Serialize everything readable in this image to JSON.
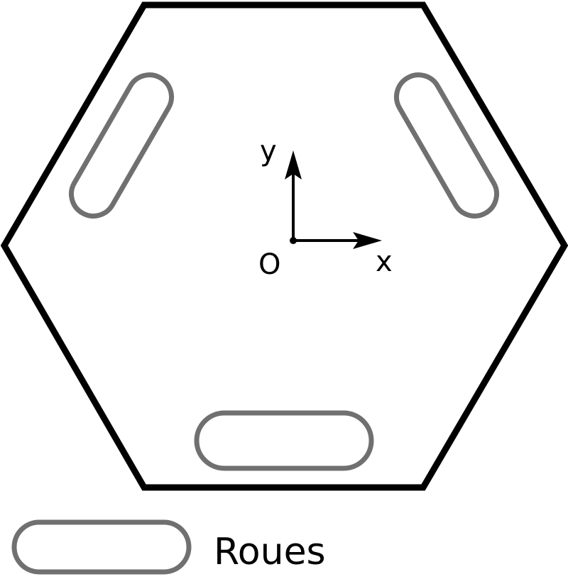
{
  "diagram": {
    "axes": {
      "x_label": "x",
      "y_label": "y",
      "origin_label": "O"
    },
    "legend": {
      "label": "Roues"
    }
  },
  "colors": {
    "hexagon_stroke": "#000000",
    "wheel_stroke": "#707070",
    "axis_stroke": "#000000",
    "background": "#ffffff"
  }
}
